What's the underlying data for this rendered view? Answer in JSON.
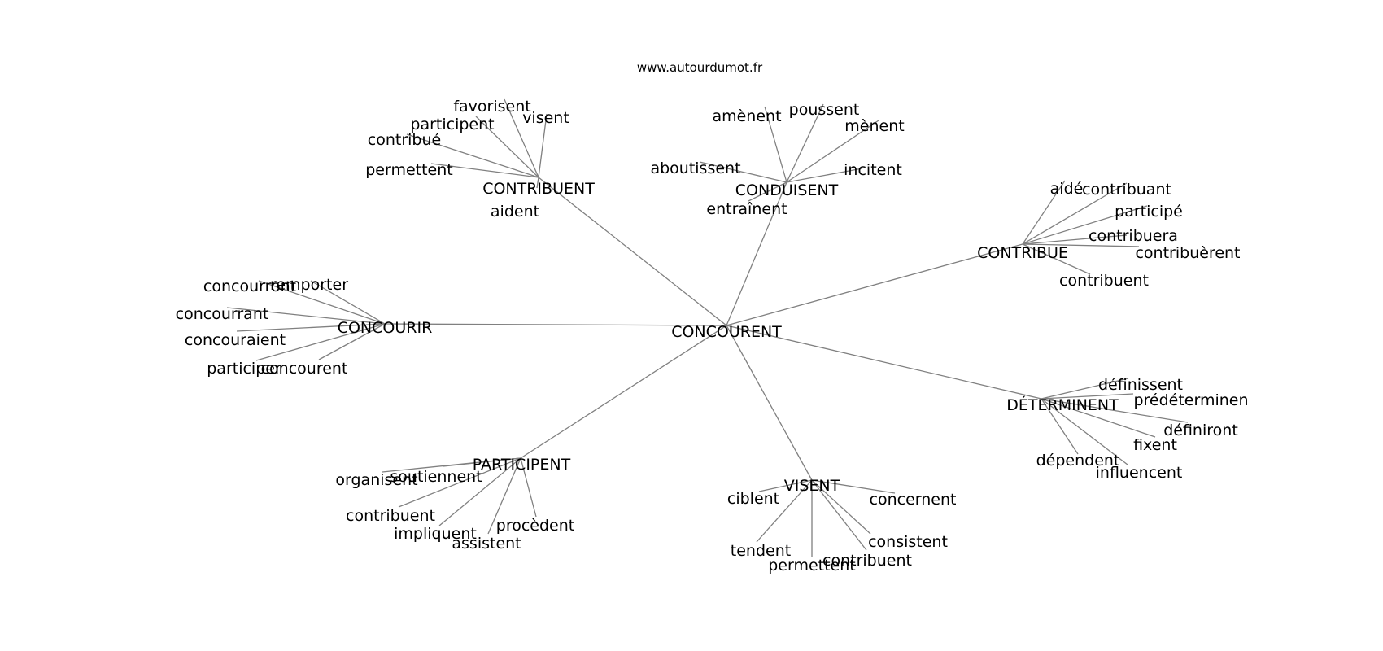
{
  "site": "www.autourdumot.fr",
  "graph": {
    "center": "CONCOURENT",
    "hubs": [
      {
        "id": "contribuent_hub",
        "label": "CONTRIBUENT",
        "leaves": [
          "favorisent",
          "participent",
          "visent",
          "contribué",
          "permettent",
          "aident"
        ]
      },
      {
        "id": "conduisent_hub",
        "label": "CONDUISENT",
        "leaves": [
          "amènent",
          "poussent",
          "mènent",
          "aboutissent",
          "incitent",
          "entraînent"
        ]
      },
      {
        "id": "contribue_hub",
        "label": "CONTRIBUE",
        "leaves": [
          "aidé",
          "contribuant",
          "participé",
          "contribuera",
          "contribuèrent",
          "contribuent"
        ]
      },
      {
        "id": "concourir_hub",
        "label": "CONCOURIR",
        "leaves": [
          "concourront",
          "remporter",
          "concourrant",
          "concouraient",
          "participer",
          "concourent"
        ]
      },
      {
        "id": "determinent_hub",
        "label": "DÉTERMINENT",
        "leaves": [
          "définissent",
          "prédéterminen",
          "définiront",
          "fixent",
          "dépendent",
          "influencent"
        ]
      },
      {
        "id": "participent_hub",
        "label": "PARTICIPENT",
        "leaves": [
          "organisent",
          "soutiennent",
          "contribuent",
          "impliquent",
          "assistent",
          "procèdent"
        ]
      },
      {
        "id": "visent_hub",
        "label": "VISENT",
        "leaves": [
          "ciblent",
          "concernent",
          "tendent",
          "consistent",
          "permettent",
          "contribuent"
        ]
      }
    ]
  }
}
